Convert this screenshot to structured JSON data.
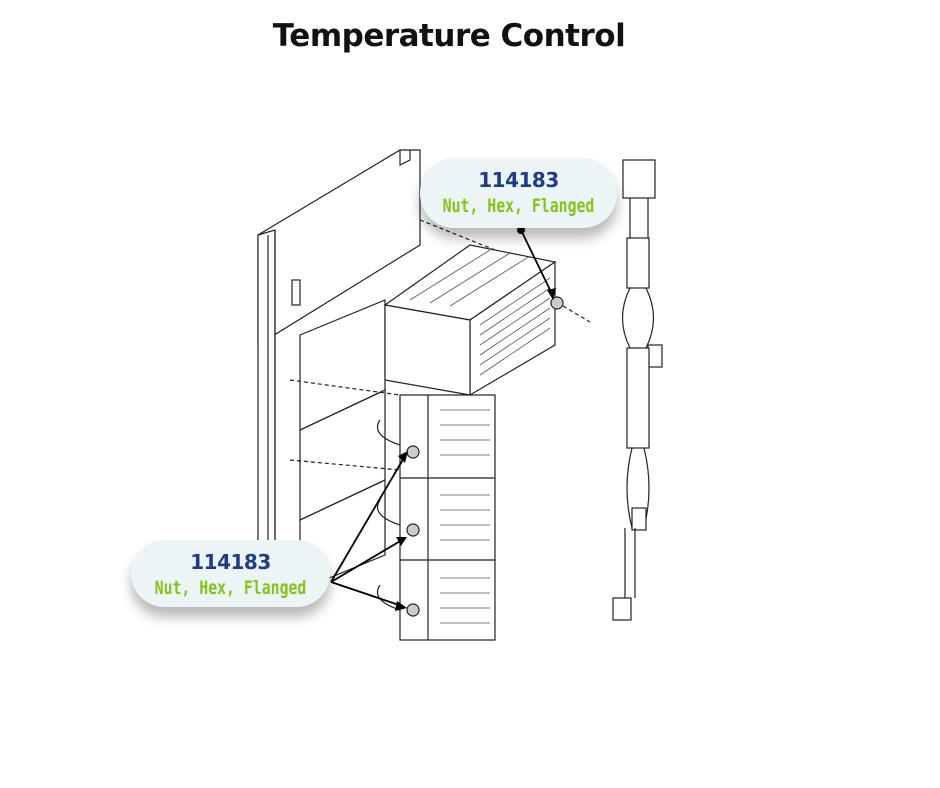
{
  "title": "Temperature Control",
  "callouts": [
    {
      "part_number": "114183",
      "description": "Nut, Hex, Flanged"
    },
    {
      "part_number": "114183",
      "description": "Nut, Hex, Flanged"
    }
  ],
  "colors": {
    "part_number": "#233a84",
    "description": "#86c21b",
    "callout_bg": "#ebf5f6"
  }
}
